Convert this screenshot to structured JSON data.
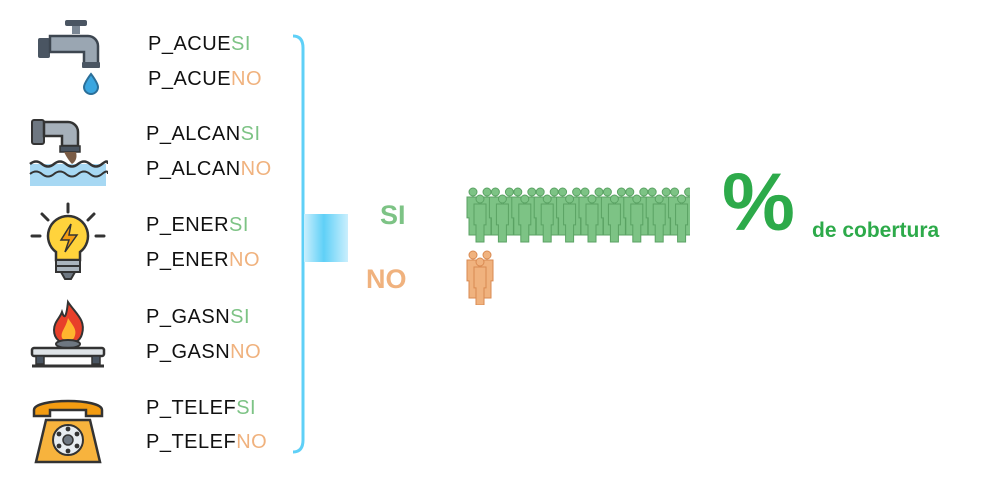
{
  "variables": [
    {
      "icon": "faucet-icon",
      "rows": [
        {
          "prefix": "P_ACUE",
          "suffix": "SI"
        },
        {
          "prefix": "P_ACUE",
          "suffix": "NO"
        }
      ]
    },
    {
      "icon": "sewer-pipe-icon",
      "rows": [
        {
          "prefix": "P_ALCAN",
          "suffix": "SI"
        },
        {
          "prefix": "P_ALCAN",
          "suffix": "NO"
        }
      ]
    },
    {
      "icon": "lightbulb-icon",
      "rows": [
        {
          "prefix": "P_ENER",
          "suffix": "SI"
        },
        {
          "prefix": "P_ENER",
          "suffix": "NO"
        }
      ]
    },
    {
      "icon": "gas-stove-icon",
      "rows": [
        {
          "prefix": "P_GASN",
          "suffix": "SI"
        },
        {
          "prefix": "P_GASN",
          "suffix": "NO"
        }
      ]
    },
    {
      "icon": "telephone-icon",
      "rows": [
        {
          "prefix": "P_TELEF",
          "suffix": "SI"
        },
        {
          "prefix": "P_TELEF",
          "suffix": "NO"
        }
      ]
    }
  ],
  "categories": {
    "si": "SI",
    "no": "NO"
  },
  "people": {
    "si_count": 10,
    "no_count": 1
  },
  "result": {
    "symbol": "%",
    "text": "de cobertura"
  },
  "colors": {
    "si": "#7dc385",
    "no": "#f0b27e",
    "accent": "#2daa4a",
    "bracket": "#5fd0f7"
  }
}
